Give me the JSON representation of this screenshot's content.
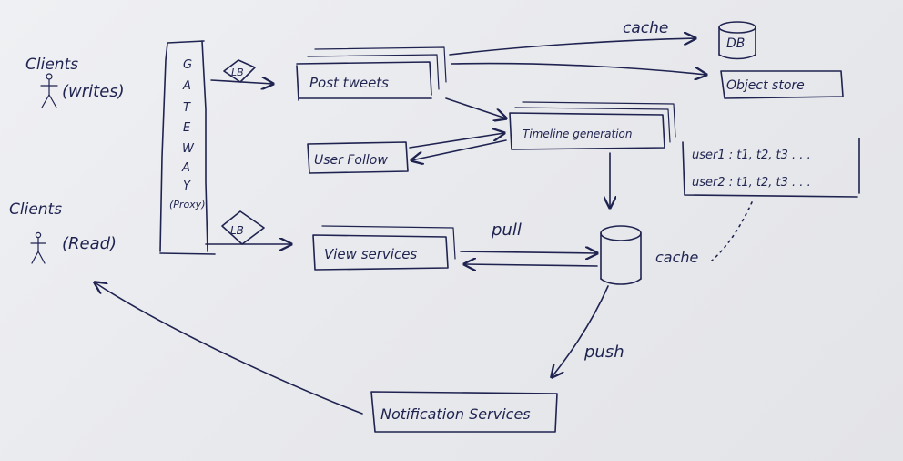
{
  "clients_writes": {
    "title": "Clients",
    "label": "(writes)"
  },
  "clients_read": {
    "title": "Clients",
    "label": "(Read)"
  },
  "gateway": {
    "letters": [
      "G",
      "A",
      "T",
      "E",
      "W",
      "A",
      "Y"
    ],
    "sub": "(Proxy)"
  },
  "lb_top": "LB",
  "lb_bottom": "LB",
  "post_tweets": "Post tweets",
  "user_follow": "User Follow",
  "timeline_generation": "Timeline generation",
  "view_services": "View services",
  "notification_services": "Notification Services",
  "db": "DB",
  "object_store": "Object store",
  "cache_top_label": "cache",
  "cache_store_label": "cache",
  "pull_label": "pull",
  "push_label": "push",
  "timeline_entries": [
    "user1 : t1, t2, t3 . . .",
    "user2 : t1, t2, t3 . . ."
  ]
}
